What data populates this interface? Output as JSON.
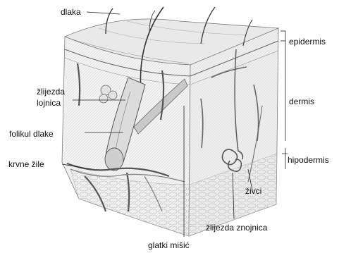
{
  "labels": {
    "dlaka": "dlaka",
    "zlijezda_lojnica_1": "žlijezda",
    "zlijezda_lojnica_2": "lojnica",
    "folikul_dlake": "folikul dlake",
    "krvne_zile": "krvne žile",
    "glatki_misic": "glatki mišić",
    "epidermis": "epidermis",
    "dermis": "dermis",
    "hipodermis": "hipodermis",
    "zivci": "živci",
    "zlijezda_znojnica": "žlijezda znojnica"
  }
}
